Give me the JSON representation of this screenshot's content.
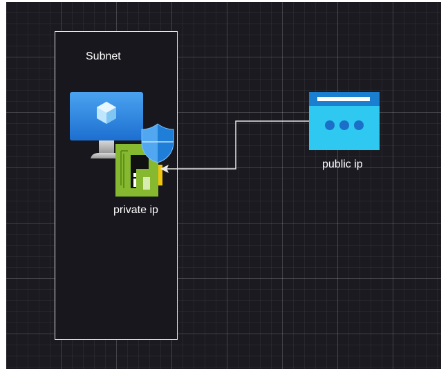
{
  "diagram": {
    "subnet_label": "Subnet",
    "private_ip_label": "private ip",
    "public_ip_label": "public ip",
    "icons": {
      "vm": "virtual-machine-icon",
      "nic": "network-interface-icon",
      "shield": "network-security-group-icon",
      "public_ip": "public-ip-icon"
    },
    "colors": {
      "background": "#1b1a21",
      "line": "#e8e8e8",
      "vm_blue": "#2f8fe0",
      "nic_green": "#86b92f",
      "shield_blue": "#1f7ed8",
      "public_ip_blue": "#2ec8f0"
    }
  }
}
